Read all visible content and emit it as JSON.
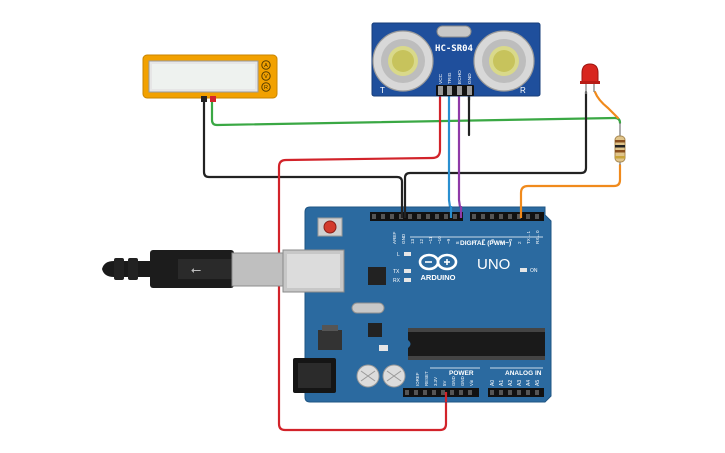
{
  "sensor": {
    "model": "HC-SR04",
    "pins": [
      "VCC",
      "TRIG",
      "ECHO",
      "GND"
    ],
    "corner_left": "T",
    "corner_right": "R"
  },
  "multimeter": {
    "buttons": [
      "A",
      "V",
      "R"
    ]
  },
  "arduino": {
    "brand": "ARDUINO",
    "model": "UNO",
    "digital_label": "DIGITAL (PWM~)",
    "power_label": "POWER",
    "analog_label": "ANALOG IN",
    "on_label": "ON",
    "led_l": "L",
    "led_tx": "TX",
    "led_rx": "RX",
    "header_top_labels": [
      "AREF",
      "GND",
      "13",
      "12",
      "~11",
      "~10",
      "~9",
      "8",
      "7",
      "~6",
      "~5",
      "4",
      "~3",
      "2",
      "TX→1",
      "RX←0"
    ],
    "power_pins": [
      "IOREF",
      "RESET",
      "3.3V",
      "5V",
      "GND",
      "GND",
      "Vin"
    ],
    "analog_pins": [
      "A0",
      "A1",
      "A2",
      "A3",
      "A4",
      "A5"
    ]
  },
  "colors": {
    "board": "#2b6aa0",
    "board_dark": "#1f5583",
    "sensor_pcb": "#1f4f9c",
    "multimeter_body": "#f2a100",
    "wire_red": "#d2232a",
    "wire_black": "#222222",
    "wire_green": "#3aa844",
    "wire_blue": "#2a8fd0",
    "wire_purple": "#8e3aa8",
    "wire_orange": "#f08a1c",
    "led_red": "#d8261f"
  }
}
